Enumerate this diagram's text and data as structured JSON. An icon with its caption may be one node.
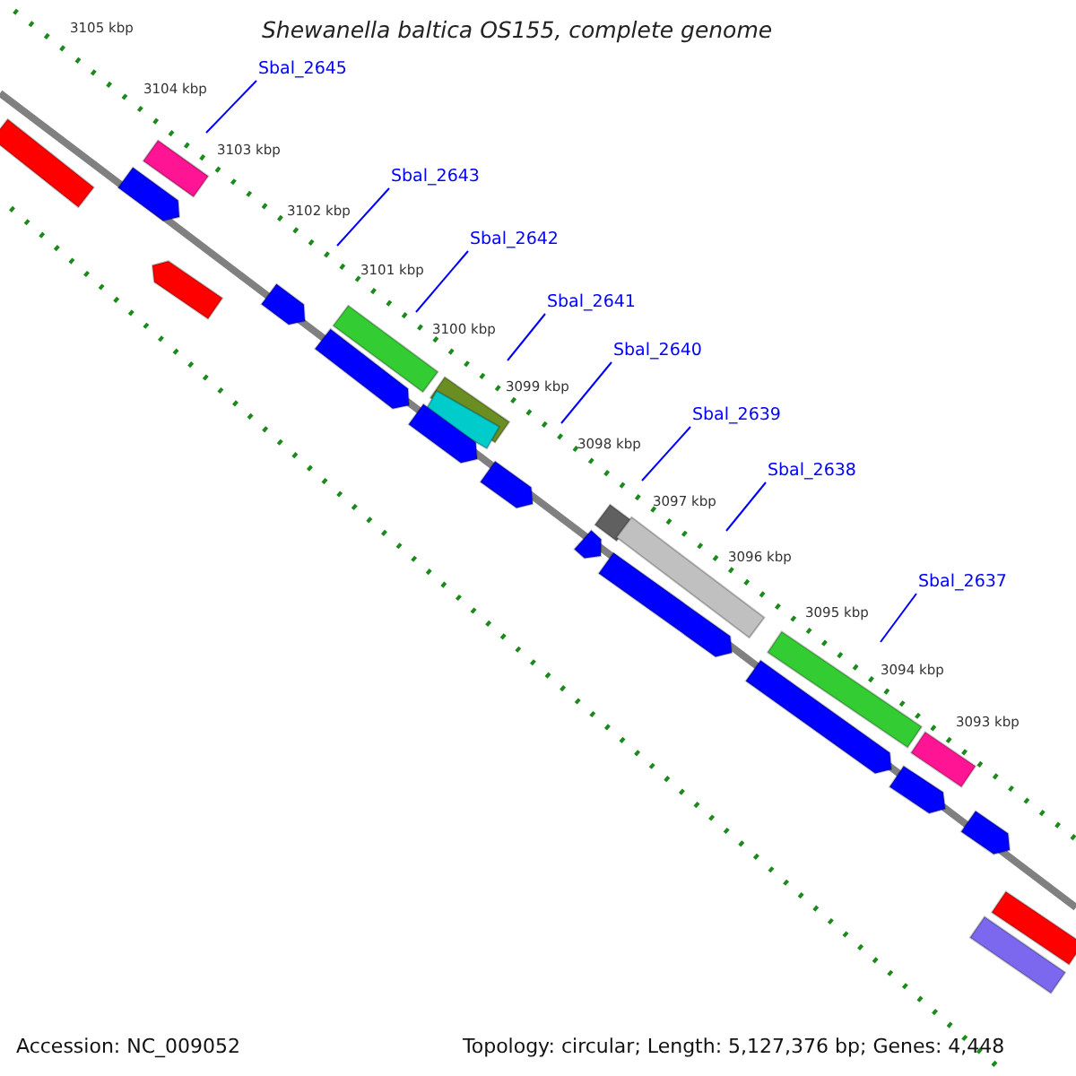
{
  "diagram": {
    "title": "Shewanella baltica OS155, complete genome",
    "nodes": [
      {
        "text": [
          "Sbal_2645"
        ]
      },
      {
        "text": [
          "Sbal_2643"
        ]
      },
      {
        "text": [
          "Sbal_2642"
        ]
      },
      {
        "text": [
          "Sbal_2641"
        ]
      },
      {
        "text": [
          "Sbal_2640"
        ]
      },
      {
        "text": [
          "Sbal_2639"
        ]
      },
      {
        "text": [
          "Sbal_2638"
        ]
      },
      {
        "text": [
          "Sbal_2637"
        ]
      }
    ],
    "edges": [
      {
        "from": 0,
        "to": null,
        "arrow": "none"
      },
      {
        "from": 1,
        "to": null,
        "arrow": "none"
      },
      {
        "from": 2,
        "to": null,
        "arrow": "none"
      },
      {
        "from": 3,
        "to": null,
        "arrow": "none"
      },
      {
        "from": 4,
        "to": null,
        "arrow": "none"
      },
      {
        "from": 5,
        "to": null,
        "arrow": "none"
      },
      {
        "from": 6,
        "to": null,
        "arrow": "none"
      },
      {
        "from": 7,
        "to": null,
        "arrow": "none"
      }
    ],
    "labels": [
      "3105 kbp",
      "3104 kbp",
      "3103 kbp",
      "3102 kbp",
      "3101 kbp",
      "3100 kbp",
      "3099 kbp",
      "3098 kbp",
      "3097 kbp",
      "3096 kbp",
      "3095 kbp",
      "3094 kbp",
      "3093 kbp",
      "Accession: NC_009052",
      "Topology: circular; Length: 5,127,376 bp; Genes: 4,448"
    ]
  }
}
